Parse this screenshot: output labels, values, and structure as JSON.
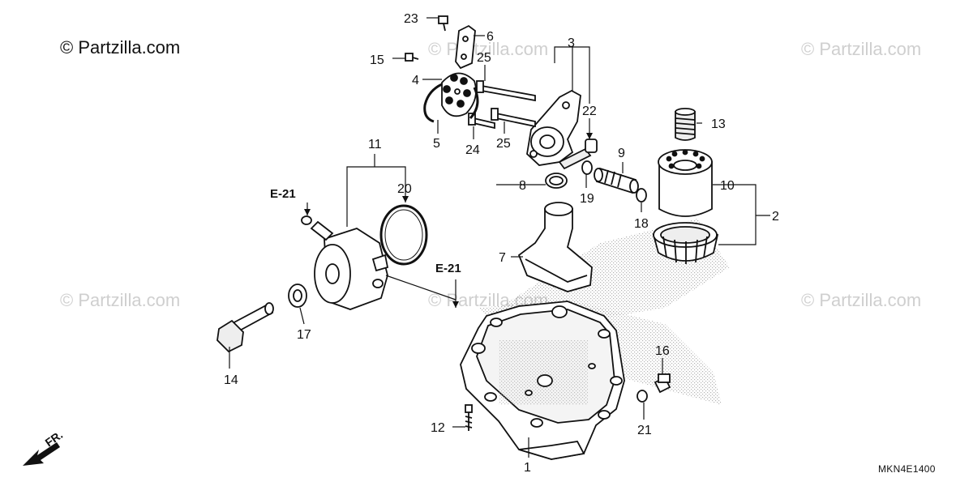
{
  "watermarks": {
    "main": "© Partzilla.com",
    "faded": [
      "© Partzilla.com",
      "© Partzilla.com",
      "© Partzilla.com",
      "© Partzilla.com",
      "© Partzilla.com"
    ]
  },
  "diagram_code": "MKN4E1400",
  "references": [
    "E-21",
    "E-21"
  ],
  "direction_label": "FR.",
  "callouts": [
    "1",
    "2",
    "3",
    "4",
    "5",
    "6",
    "7",
    "8",
    "9",
    "10",
    "11",
    "12",
    "13",
    "14",
    "15",
    "16",
    "17",
    "18",
    "19",
    "20",
    "21",
    "22",
    "23",
    "24",
    "25",
    "25"
  ],
  "colors": {
    "line": "#111111",
    "stipple": "#9a9a9a",
    "watermark": "#cfcfcf"
  }
}
